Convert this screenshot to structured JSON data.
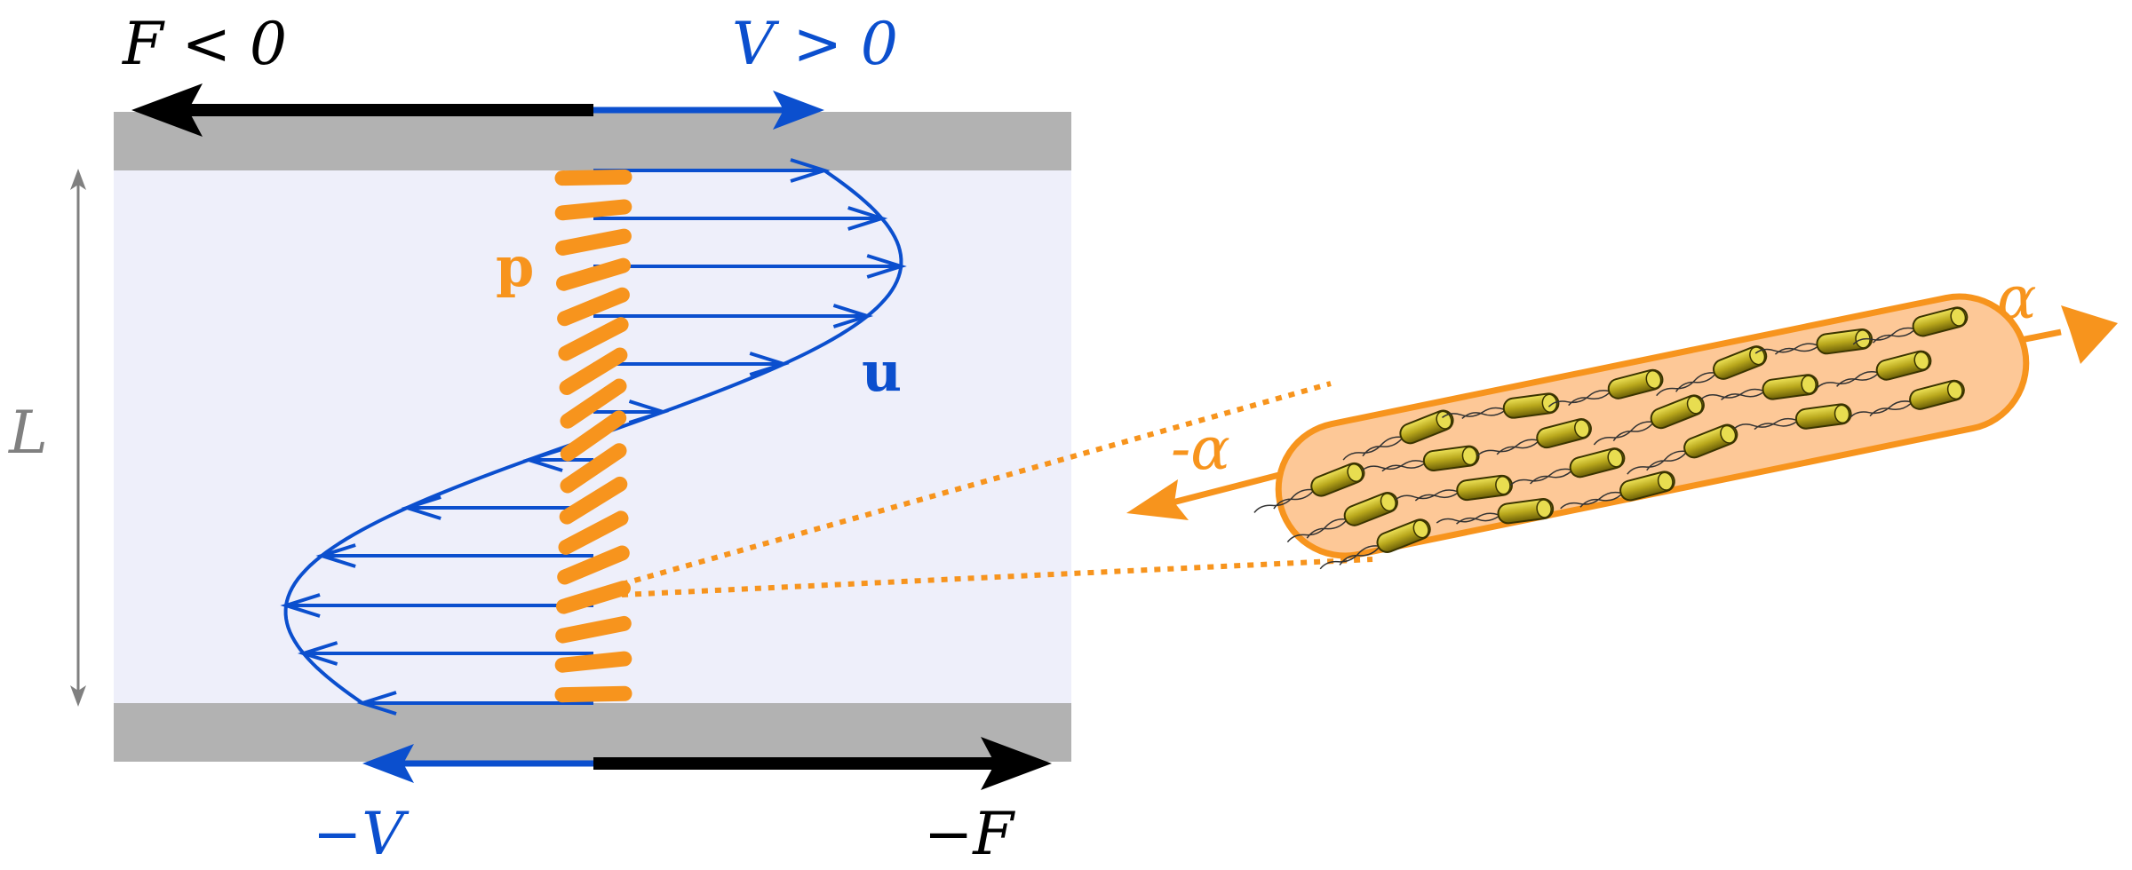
{
  "labels": {
    "top_force": "F < 0",
    "top_velocity": "V > 0",
    "bottom_velocity": "−V",
    "bottom_force": "−F",
    "gap_length": "L",
    "polarization": "p",
    "flow_velocity": "u",
    "alpha_pos": "α",
    "alpha_neg": "-α"
  },
  "colors": {
    "plate": "#b2b2b2",
    "fluid": "#eeeffa",
    "flow_blue": "#0b4fce",
    "orange": "#f7941d",
    "capsule_fill": "#fdc897",
    "bacteria_body": "#b8a81a",
    "black": "#000000",
    "gray_text": "#808080"
  }
}
